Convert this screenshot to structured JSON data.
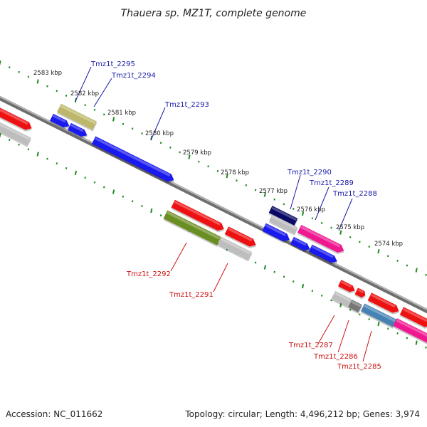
{
  "title": "Thauera sp. MZ1T, complete genome",
  "footer": {
    "accession": "Accession: NC_011662",
    "summary": "Topology: circular; Length: 4,496,212 bp; Genes: 3,974"
  },
  "kbp_ticks": [
    "2583 kbp",
    "2582 kbp",
    "2581 kbp",
    "2580 kbp",
    "2579 kbp",
    "2578 kbp",
    "2577 kbp",
    "2576 kbp",
    "2575 kbp",
    "2574 kbp"
  ],
  "top_gene_labels": [
    "Tmz1t_2295",
    "Tmz1t_2294",
    "Tmz1t_2293",
    "Tmz1t_2290",
    "Tmz1t_2289",
    "Tmz1t_2288"
  ],
  "bottom_gene_labels": [
    "Tmz1t_2292",
    "Tmz1t_2291",
    "Tmz1t_2287",
    "Tmz1t_2286",
    "Tmz1t_2285"
  ],
  "colors": {
    "top_label": "#1a1aa8",
    "bottom_label": "#cc1111",
    "tick_dots": "#1e8a1e",
    "backbone": "#8a8a8a",
    "gene_blue": "#1a1aee",
    "gene_red": "#ee1111",
    "gene_pink": "#f01890",
    "gene_olive": "#6b8e23",
    "gene_khaki": "#bdb76b",
    "gene_gray": "#bdbdbd",
    "gene_navy": "#0a0a66",
    "gene_steel": "#4682b4",
    "gene_darkgray": "#777777"
  }
}
